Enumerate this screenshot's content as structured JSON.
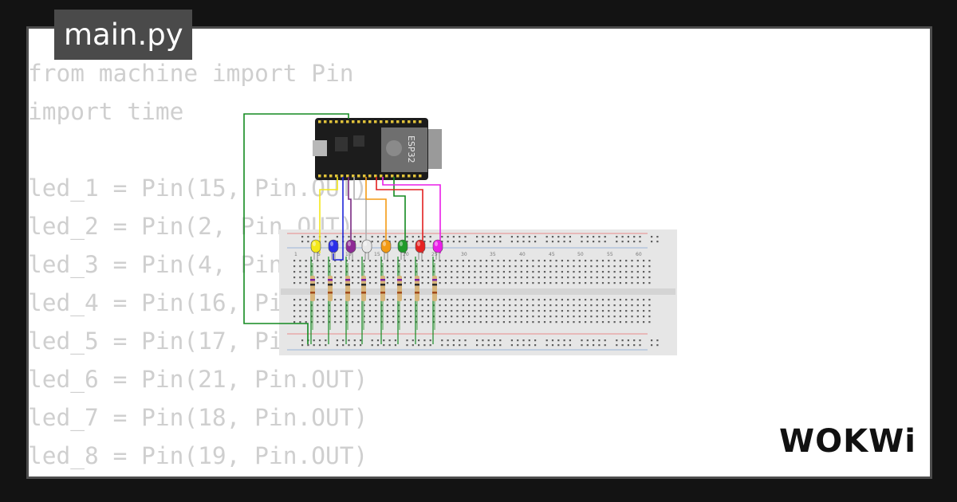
{
  "tab": {
    "filename": "main.py"
  },
  "code": {
    "lines": [
      "from machine import Pin",
      "import time",
      "",
      "led_1 = Pin(15, Pin.OUT)",
      "led_2 = Pin(2, Pin.OUT)",
      "led_3 = Pin(4, Pin.OUT)",
      "led_4 = Pin(16, Pin.OUT)",
      "led_5 = Pin(17, Pin.OUT)",
      "led_6 = Pin(21, Pin.OUT)",
      "led_7 = Pin(18, Pin.OUT)",
      "led_8 = Pin(19, Pin.OUT)"
    ]
  },
  "board": {
    "label": "ESP32"
  },
  "breadboard": {
    "column_numbers": [
      "1",
      "5",
      "10",
      "15",
      "20",
      "25",
      "30",
      "35",
      "40",
      "45",
      "50",
      "55",
      "60"
    ]
  },
  "leds": [
    {
      "color": "#f4e81b"
    },
    {
      "color": "#2a2ee8"
    },
    {
      "color": "#8e2a95"
    },
    {
      "color": "#e8e8e8"
    },
    {
      "color": "#f39a14"
    },
    {
      "color": "#1f9a2a"
    },
    {
      "color": "#e52222"
    },
    {
      "color": "#ea1ee8"
    }
  ],
  "wires": {
    "colors": [
      "#f4e81b",
      "#1e25d8",
      "#7a2a82",
      "#b0b0b0",
      "#f39a14",
      "#138a20",
      "#e22020",
      "#ea1ee8"
    ],
    "ground_color": "#138a20"
  },
  "brand": {
    "logo": "WOKWi"
  }
}
